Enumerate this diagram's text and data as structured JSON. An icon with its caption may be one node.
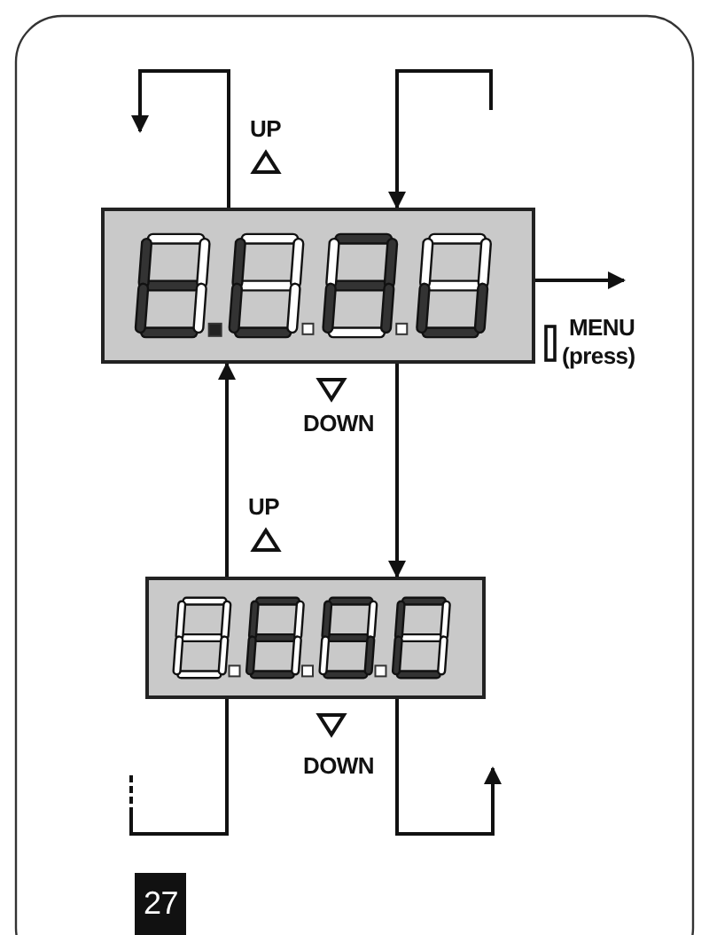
{
  "diagram": {
    "nodes": [
      {
        "text": [],
        "shape": "box"
      },
      {
        "text": [],
        "shape": "box"
      }
    ],
    "edges": [
      {
        "from": 0,
        "to": null,
        "arrow": "to"
      },
      {
        "from": null,
        "to": 0,
        "arrow": "to"
      },
      {
        "from": 0,
        "to": null,
        "arrow": "to"
      },
      {
        "from": 0,
        "to": 1,
        "arrow": "to"
      },
      {
        "from": 1,
        "to": 0,
        "arrow": "to"
      },
      {
        "from": 1,
        "to": null,
        "arrow": "none"
      },
      {
        "from": 1,
        "to": null,
        "arrow": "to"
      }
    ],
    "labels": [
      "UP",
      "MENU",
      "(press)",
      "DOWN",
      "UP",
      "DOWN",
      "27"
    ]
  }
}
